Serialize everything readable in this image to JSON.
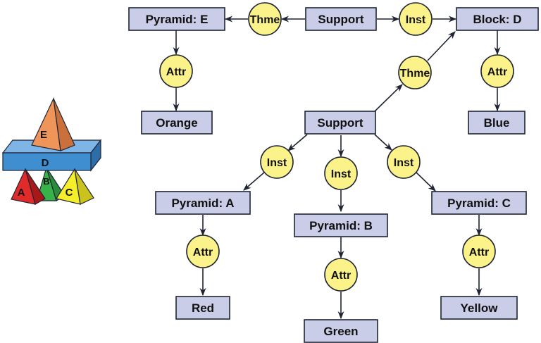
{
  "nodes": {
    "pyramid_e": "Pyramid: E",
    "support_top": "Support",
    "block_d": "Block: D",
    "orange": "Orange",
    "blue": "Blue",
    "support_mid": "Support",
    "pyramid_a": "Pyramid: A",
    "pyramid_b": "Pyramid: B",
    "pyramid_c": "Pyramid: C",
    "red": "Red",
    "green": "Green",
    "yellow": "Yellow"
  },
  "relations": {
    "thme_top": "Thme",
    "inst_top": "Inst",
    "attr_e": "Attr",
    "thme_mid": "Thme",
    "attr_d": "Attr",
    "inst_a": "Inst",
    "inst_b": "Inst",
    "inst_c": "Inst",
    "attr_a": "Attr",
    "attr_b": "Attr",
    "attr_c": "Attr"
  },
  "scene": {
    "label_e": "E",
    "label_d": "D",
    "label_a": "A",
    "label_b": "B",
    "label_c": "C",
    "colors": {
      "pyramid_e": "#f0955a",
      "block_d": "#3f8fd0",
      "pyramid_a": "#e12a2a",
      "pyramid_b": "#38b34a",
      "pyramid_c": "#f4ee2b"
    }
  },
  "colors": {
    "box_fill": "#c9cde8",
    "circle_fill": "#fbf38a",
    "stroke": "#1f2433"
  }
}
